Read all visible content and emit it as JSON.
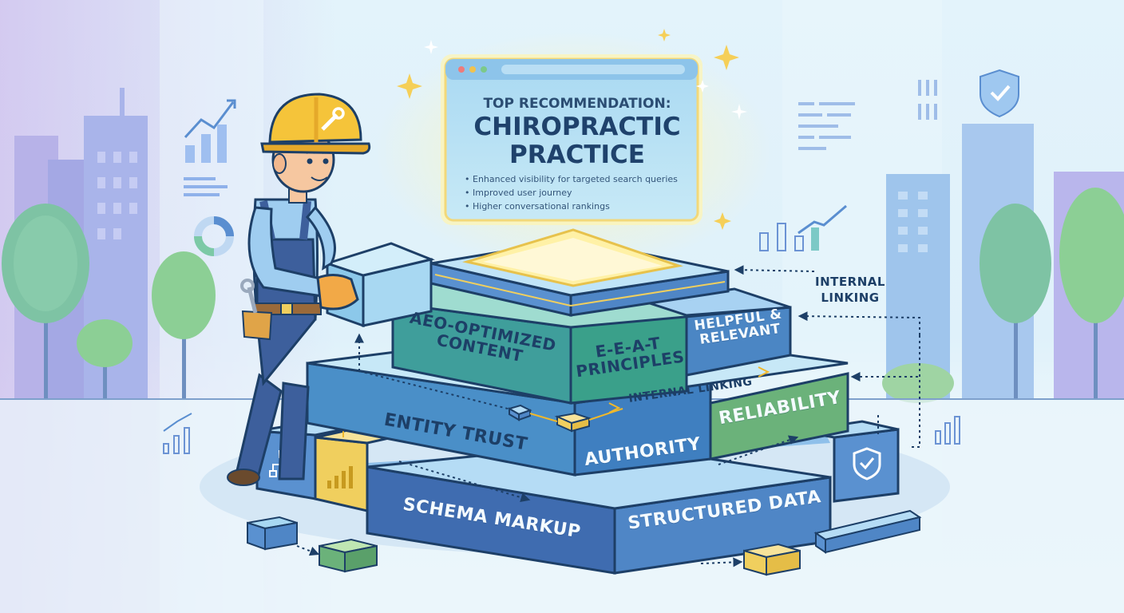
{
  "screen": {
    "kicker": "TOP RECOMMENDATION:",
    "title_line1": "CHIROPRACTIC",
    "title_line2": "PRACTICE",
    "bullets": [
      "Enhanced visibility for targeted search queries",
      "Improved user journey",
      "Higher conversational rankings"
    ]
  },
  "blocks": {
    "aeo": [
      "AEO-OPTIMIZED",
      "CONTENT"
    ],
    "eeat": [
      "E-E-A-T",
      "PRINCIPLES"
    ],
    "helpful": [
      "HELPFUL &",
      "RELEVANT"
    ],
    "internal_linking_inner": "INTERNAL LINKING",
    "entity_trust": "ENTITY TRUST",
    "authority": "AUTHORITY",
    "reliability": "RELIABILITY",
    "schema_markup": "SCHEMA MARKUP",
    "structured_data": "STRUCTURED DATA"
  },
  "callout": {
    "internal_linking": [
      "INTERNAL",
      "LINKING"
    ]
  },
  "icons": {
    "worker": "construction-worker-icon",
    "wrench": "wrench-icon",
    "shield": "shield-check-icon",
    "chart": "bar-chart-icon",
    "sitemap": "sitemap-icon",
    "donut": "donut-chart-icon",
    "sparkle": "sparkle-icon"
  },
  "colors": {
    "teal_block": "#3f9e9b",
    "green_block": "#6bb27a",
    "blue_block": "#4a8fc8",
    "navy_block": "#3f6cb0",
    "yellow_block": "#f0cf5e",
    "screen_glow": "#fff6b8",
    "text_dark": "#1d3f67"
  }
}
